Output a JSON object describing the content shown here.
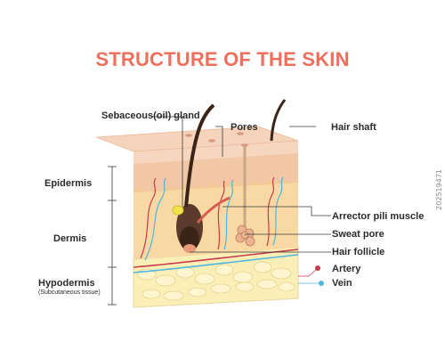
{
  "title": "STRUCTURE OF THE SKIN",
  "labels": {
    "sebaceous": "Sebaceous(oil) gland",
    "pores": "Pores",
    "hair_shaft": "Hair shaft",
    "epidermis": "Epidermis",
    "dermis": "Dermis",
    "hypodermis": "Hypodermis",
    "hypodermis_sub": "(Subcutaneous tissue)",
    "arrector": "Arrector pili muscle",
    "sweat_pore": "Sweat pore",
    "hair_follicle": "Hair follicle",
    "artery": "Artery",
    "vein": "Vein"
  },
  "stock_id": "202519471",
  "colors": {
    "title": "#ef6f5d",
    "epidermis_top": "#f7d6bf",
    "dermis": "#f8d9a4",
    "hypodermis": "#fbefb8",
    "artery": "#c93a4a",
    "vein": "#4fb5e0",
    "hair": "#3a2418",
    "gland": "#f2e24a"
  }
}
